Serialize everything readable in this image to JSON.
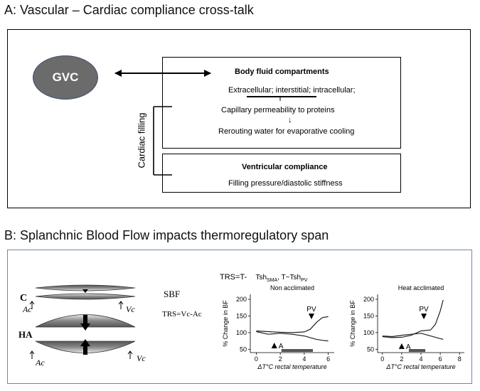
{
  "section_a": {
    "title": "A: Vascular – Cardiac compliance cross-talk",
    "gvc_label": "GVC",
    "cardiac_filling_label": "Cardiac filling",
    "body_fluid": {
      "title": "Body fluid compartments",
      "line1": "Extracellular; interstitial; intracellular;",
      "line2": "Capillary permeability to proteins",
      "arrow": "↓",
      "line3": "Rerouting water for evaporative cooling"
    },
    "ventricular": {
      "title": "Ventricular compliance",
      "line1": "Filling pressure/diastolic stiffness"
    }
  },
  "section_b": {
    "title": "B: Splanchnic Blood Flow impacts thermoregulatory span",
    "schematic": {
      "label_c": "C",
      "label_ha": "HA",
      "ac": "Ac",
      "vc": "Vc",
      "sbf": "SBF",
      "trs_eq": "TRS=Vc-Ac"
    },
    "trs_formula": {
      "prefix": "TRS=T-",
      "tsh": "Tsh",
      "sub1": "SMA",
      "sep": ", T−Tsh",
      "sub2": "PV"
    },
    "colors": {
      "vessel_dark": "#555555",
      "vessel_light": "#e8e8e8",
      "panel_border": "#6d87aa"
    }
  },
  "chart_data": [
    {
      "type": "line",
      "title": "Non acclimated",
      "xlabel": "ΔT°C rectal temperature",
      "ylabel": "% Change in BF",
      "xlim": [
        -0.5,
        6.5
      ],
      "ylim": [
        40,
        215
      ],
      "xticks": [
        "0",
        "2",
        "4",
        "6"
      ],
      "yticks": [
        "50",
        "100",
        "150",
        "200"
      ],
      "annotations": [
        {
          "text": "PV",
          "x": 4.6,
          "y": 140
        },
        {
          "text": "A",
          "x": 1.5,
          "y": 70
        }
      ],
      "series": [
        {
          "x": [
            0,
            1,
            2,
            3,
            4,
            4.5,
            5,
            5.5,
            6
          ],
          "y": [
            105,
            103,
            101,
            100,
            102,
            110,
            130,
            145,
            148
          ]
        },
        {
          "x": [
            0,
            1,
            2,
            3,
            4,
            4.5,
            5,
            5.5,
            6
          ],
          "y": [
            103,
            95,
            98,
            95,
            90,
            85,
            80,
            77,
            75
          ]
        }
      ]
    },
    {
      "type": "line",
      "title": "Heat acclimated",
      "xlabel": "ΔT°C rectal temperature",
      "ylabel": "% Change in BF",
      "xlim": [
        -0.5,
        8.5
      ],
      "ylim": [
        40,
        215
      ],
      "xticks": [
        "0",
        "2",
        "4",
        "6",
        "8"
      ],
      "yticks": [
        "50",
        "100",
        "150",
        "200"
      ],
      "annotations": [
        {
          "text": "PV",
          "x": 4.3,
          "y": 140
        },
        {
          "text": "A",
          "x": 2.0,
          "y": 68
        }
      ],
      "series": [
        {
          "x": [
            0,
            1,
            2,
            3,
            4,
            5,
            5.5,
            6,
            6.3
          ],
          "y": [
            88,
            85,
            86,
            92,
            105,
            108,
            125,
            165,
            198
          ]
        },
        {
          "x": [
            0,
            1,
            2,
            3,
            4,
            5,
            6,
            6.3
          ],
          "y": [
            90,
            88,
            92,
            95,
            98,
            90,
            82,
            80
          ]
        }
      ]
    }
  ]
}
